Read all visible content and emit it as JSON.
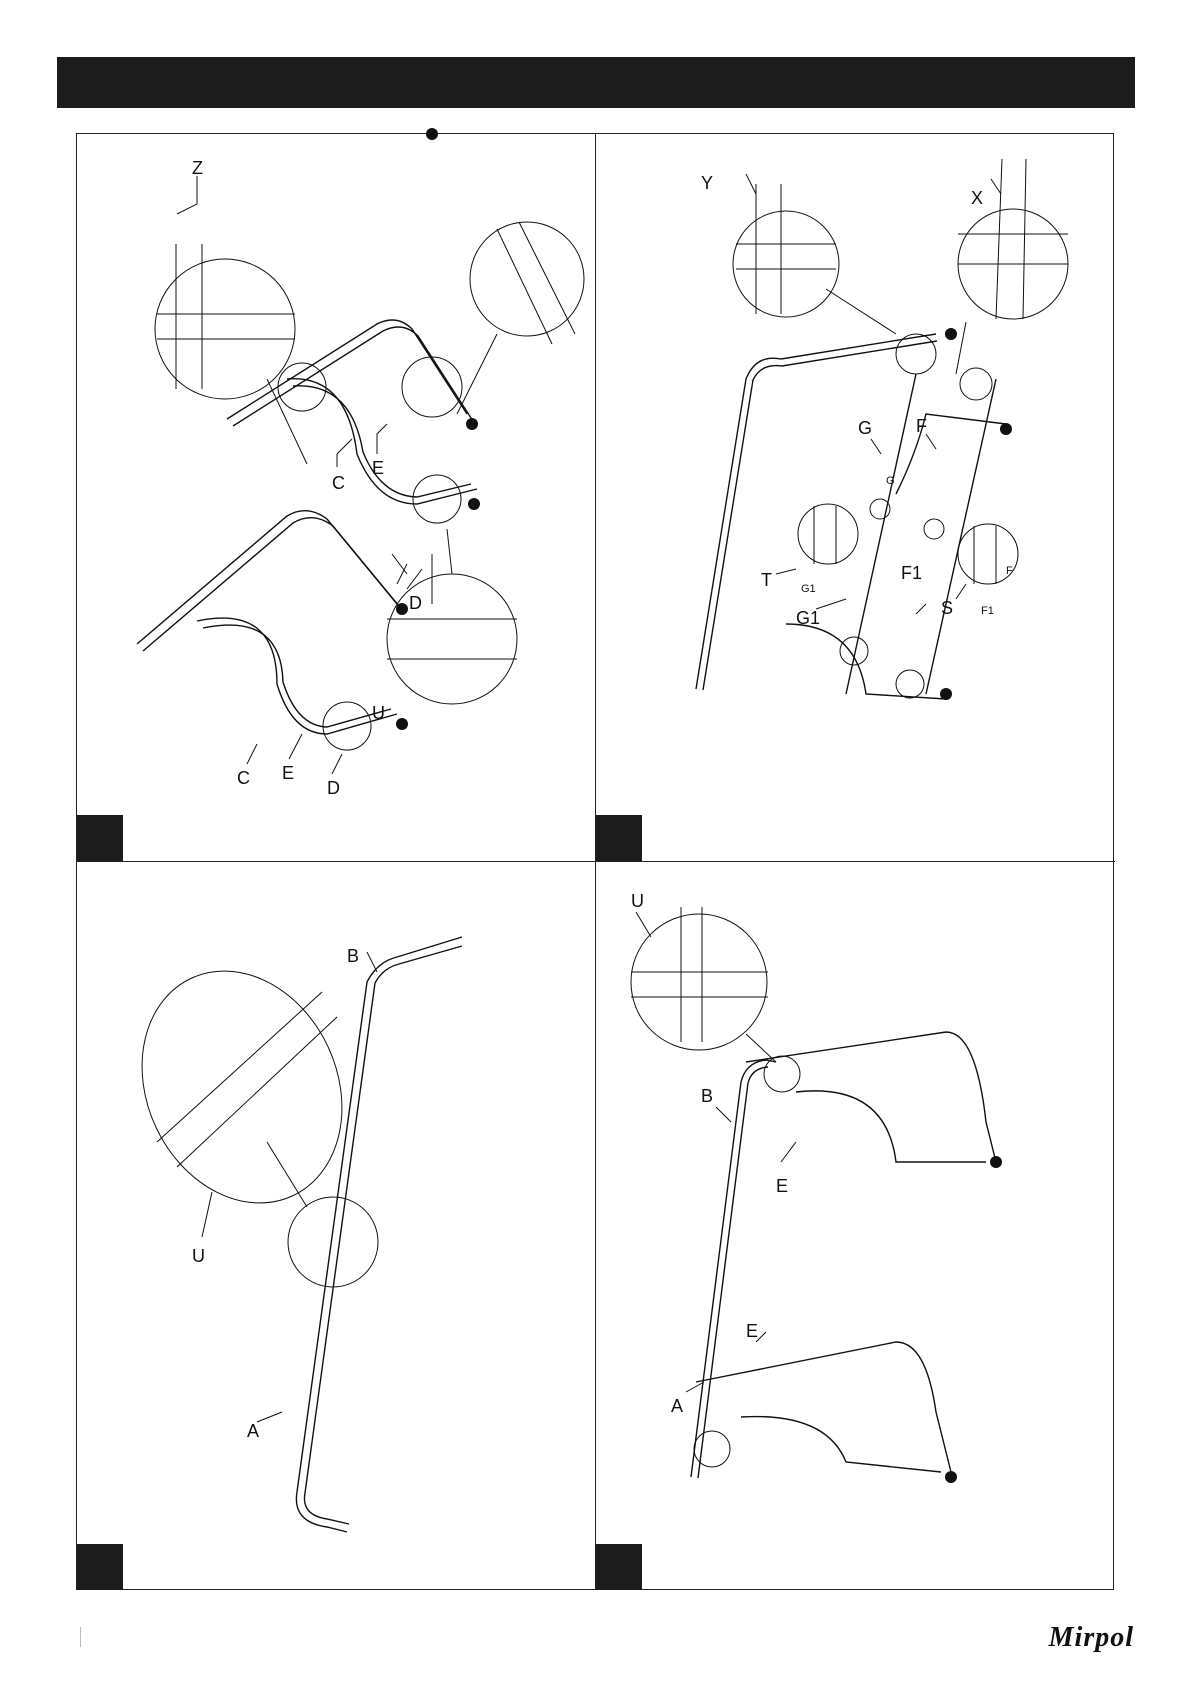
{
  "panels": [
    {
      "labels": [
        "Z",
        "C",
        "E",
        "D",
        "C",
        "E",
        "D",
        "U"
      ]
    },
    {
      "labels": [
        "Y",
        "X",
        "G",
        "G",
        "F",
        "T",
        "G1",
        "G1",
        "F1",
        "S",
        "F1",
        "F"
      ]
    },
    {
      "labels": [
        "B",
        "A",
        "U"
      ]
    },
    {
      "labels": [
        "U",
        "B",
        "E",
        "A",
        "E"
      ]
    }
  ],
  "footer": {
    "brand": "Mirpol"
  }
}
